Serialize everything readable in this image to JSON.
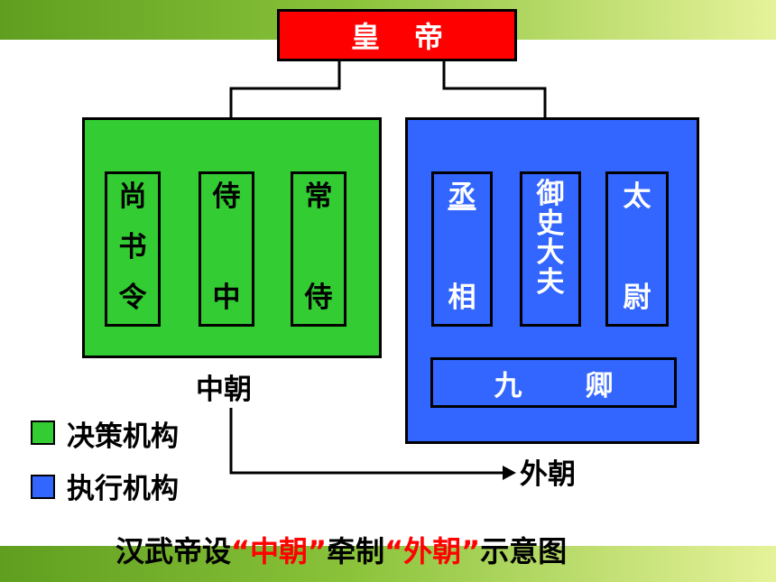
{
  "emperor": "皇帝",
  "inner_court": {
    "label": "中朝",
    "offices": [
      {
        "id": "shangshuling",
        "chars": [
          "尚",
          "书",
          "令"
        ]
      },
      {
        "id": "shizhong",
        "chars": [
          "侍",
          "中"
        ]
      },
      {
        "id": "changshi",
        "chars": [
          "常",
          "侍"
        ]
      }
    ]
  },
  "outer_court": {
    "label": "外朝",
    "offices": [
      {
        "id": "chengxiang",
        "chars": [
          "丞",
          "相"
        ]
      },
      {
        "id": "yushidafu",
        "chars": [
          "御",
          "史",
          "大",
          "夫"
        ]
      },
      {
        "id": "taiwei",
        "chars": [
          "太",
          "尉"
        ]
      }
    ],
    "jiuqing": [
      "九",
      "卿"
    ]
  },
  "legend": [
    {
      "label": "决策机构",
      "color": "#33cc33"
    },
    {
      "label": "执行机构",
      "color": "#3366ff"
    }
  ],
  "caption": {
    "prefix": "汉武帝设",
    "term1": "“中朝”",
    "middle": "牵制",
    "term2": "“外朝”",
    "suffix": "示意图"
  },
  "colors": {
    "emperor_bg": "#ff0000",
    "inner": "#33cc33",
    "outer": "#3366ff",
    "accent_text": "#ff0000"
  }
}
